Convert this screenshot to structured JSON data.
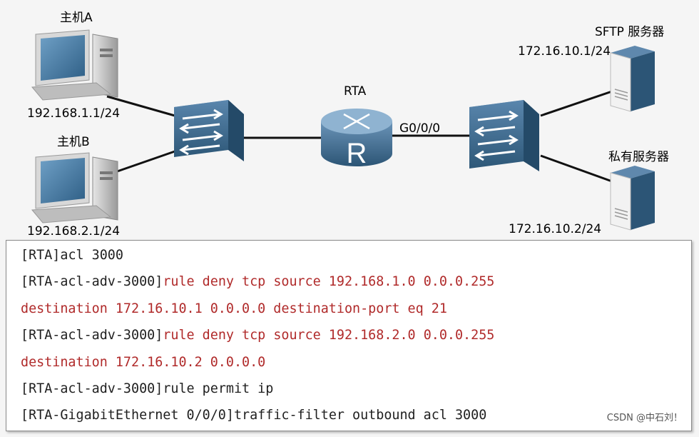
{
  "devices": {
    "host_a": {
      "name": "主机A",
      "ip": "192.168.1.1/24"
    },
    "host_b": {
      "name": "主机B",
      "ip": "192.168.2.1/24"
    },
    "router": {
      "name": "RTA",
      "interface": "G0/0/0",
      "glyph": "R"
    },
    "sftp_server": {
      "name": "SFTP 服务器",
      "ip": "172.16.10.1/24"
    },
    "private_server": {
      "name": "私有服务器",
      "ip": "172.16.10.2/24"
    }
  },
  "cli": [
    {
      "prompt": "[RTA]",
      "command": "acl 3000"
    },
    {
      "prompt": "[RTA-acl-adv-3000]",
      "command": "rule deny tcp source 192.168.1.0 0.0.0.255"
    },
    {
      "prompt": "",
      "command": "destination 172.16.10.1 0.0.0.0 destination-port eq 21"
    },
    {
      "prompt": "[RTA-acl-adv-3000]",
      "command": "rule deny tcp source 192.168.2.0 0.0.0.255"
    },
    {
      "prompt": "",
      "command": "destination 172.16.10.2 0.0.0.0"
    },
    {
      "prompt": "[RTA-acl-adv-3000]",
      "command": "rule permit ip"
    },
    {
      "prompt": "[RTA-GigabitEthernet 0/0/0]",
      "command": "traffic-filter outbound acl 3000"
    }
  ],
  "watermark": "CSDN @中石刘！",
  "colors": {
    "command_highlight": "#b02a2a",
    "device_blue": "#3d6b8f"
  }
}
